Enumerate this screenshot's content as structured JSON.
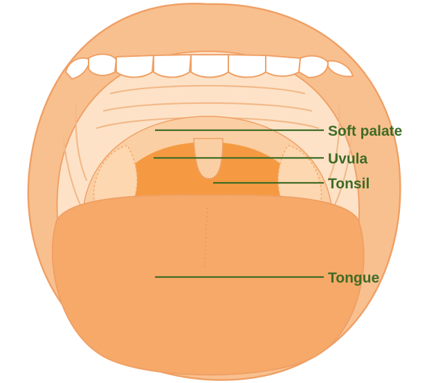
{
  "labels": {
    "soft_palate": "Soft palate",
    "uvula": "Uvula",
    "tonsil": "Tonsil",
    "tongue": "Tongue"
  },
  "colors": {
    "lips": "#f9c08f",
    "lips_outline": "#efa065",
    "oral_cavity": "#fde2c7",
    "palate_folds": "#f2b98a",
    "soft_palate": "#fbcfa4",
    "throat": "#f59a42",
    "tonsil": "#fcd7b0",
    "tongue": "#f6a968",
    "teeth": "#ffffff",
    "label_text": "#3f6b26"
  }
}
